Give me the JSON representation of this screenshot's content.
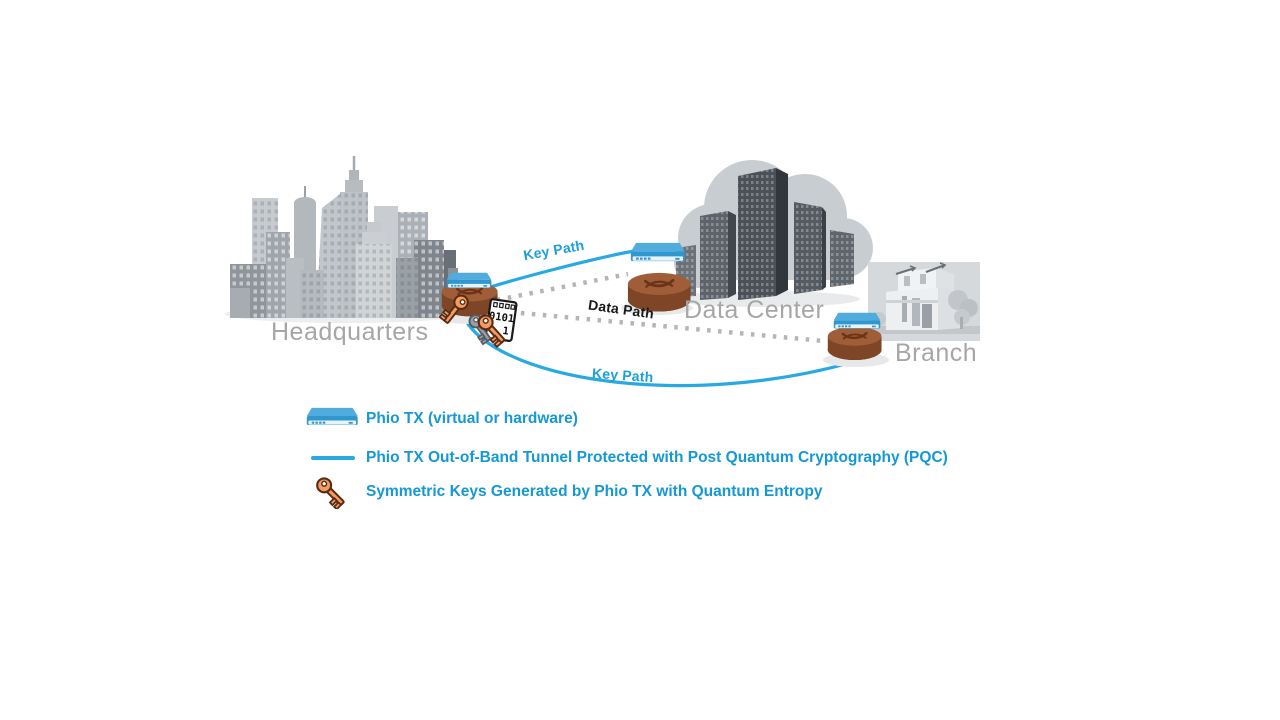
{
  "diagram": {
    "locations": {
      "headquarters": {
        "label": "Headquarters"
      },
      "data_center": {
        "label": "Data Center"
      },
      "branch": {
        "label": "Branch"
      }
    },
    "paths": {
      "key_path_hq_dc": {
        "label": "Key Path"
      },
      "data_path": {
        "label": "Data Path"
      },
      "key_path_hq_branch": {
        "label": "Key Path"
      }
    },
    "binary_card": {
      "line1": "0101",
      "line2": "1"
    }
  },
  "legend": {
    "items": [
      {
        "icon": "phio-tx-device-icon",
        "label": "Phio TX (virtual or hardware)"
      },
      {
        "icon": "pqc-tunnel-line-icon",
        "label": "Phio TX Out-of-Band Tunnel Protected with Post Quantum Cryptography (PQC)"
      },
      {
        "icon": "symmetric-key-icon",
        "label": "Symmetric Keys Generated by Phio TX with Quantum Entropy"
      }
    ]
  },
  "colors": {
    "accent_blue": "#1598D5",
    "line_blue": "#29A9E1",
    "dotted_gray": "#B5B5B5",
    "location_label_gray": "#A6A6A6",
    "key_orange": "#F29B63",
    "base_brown": "#7E4526",
    "device_blue": "#2F96CE"
  }
}
